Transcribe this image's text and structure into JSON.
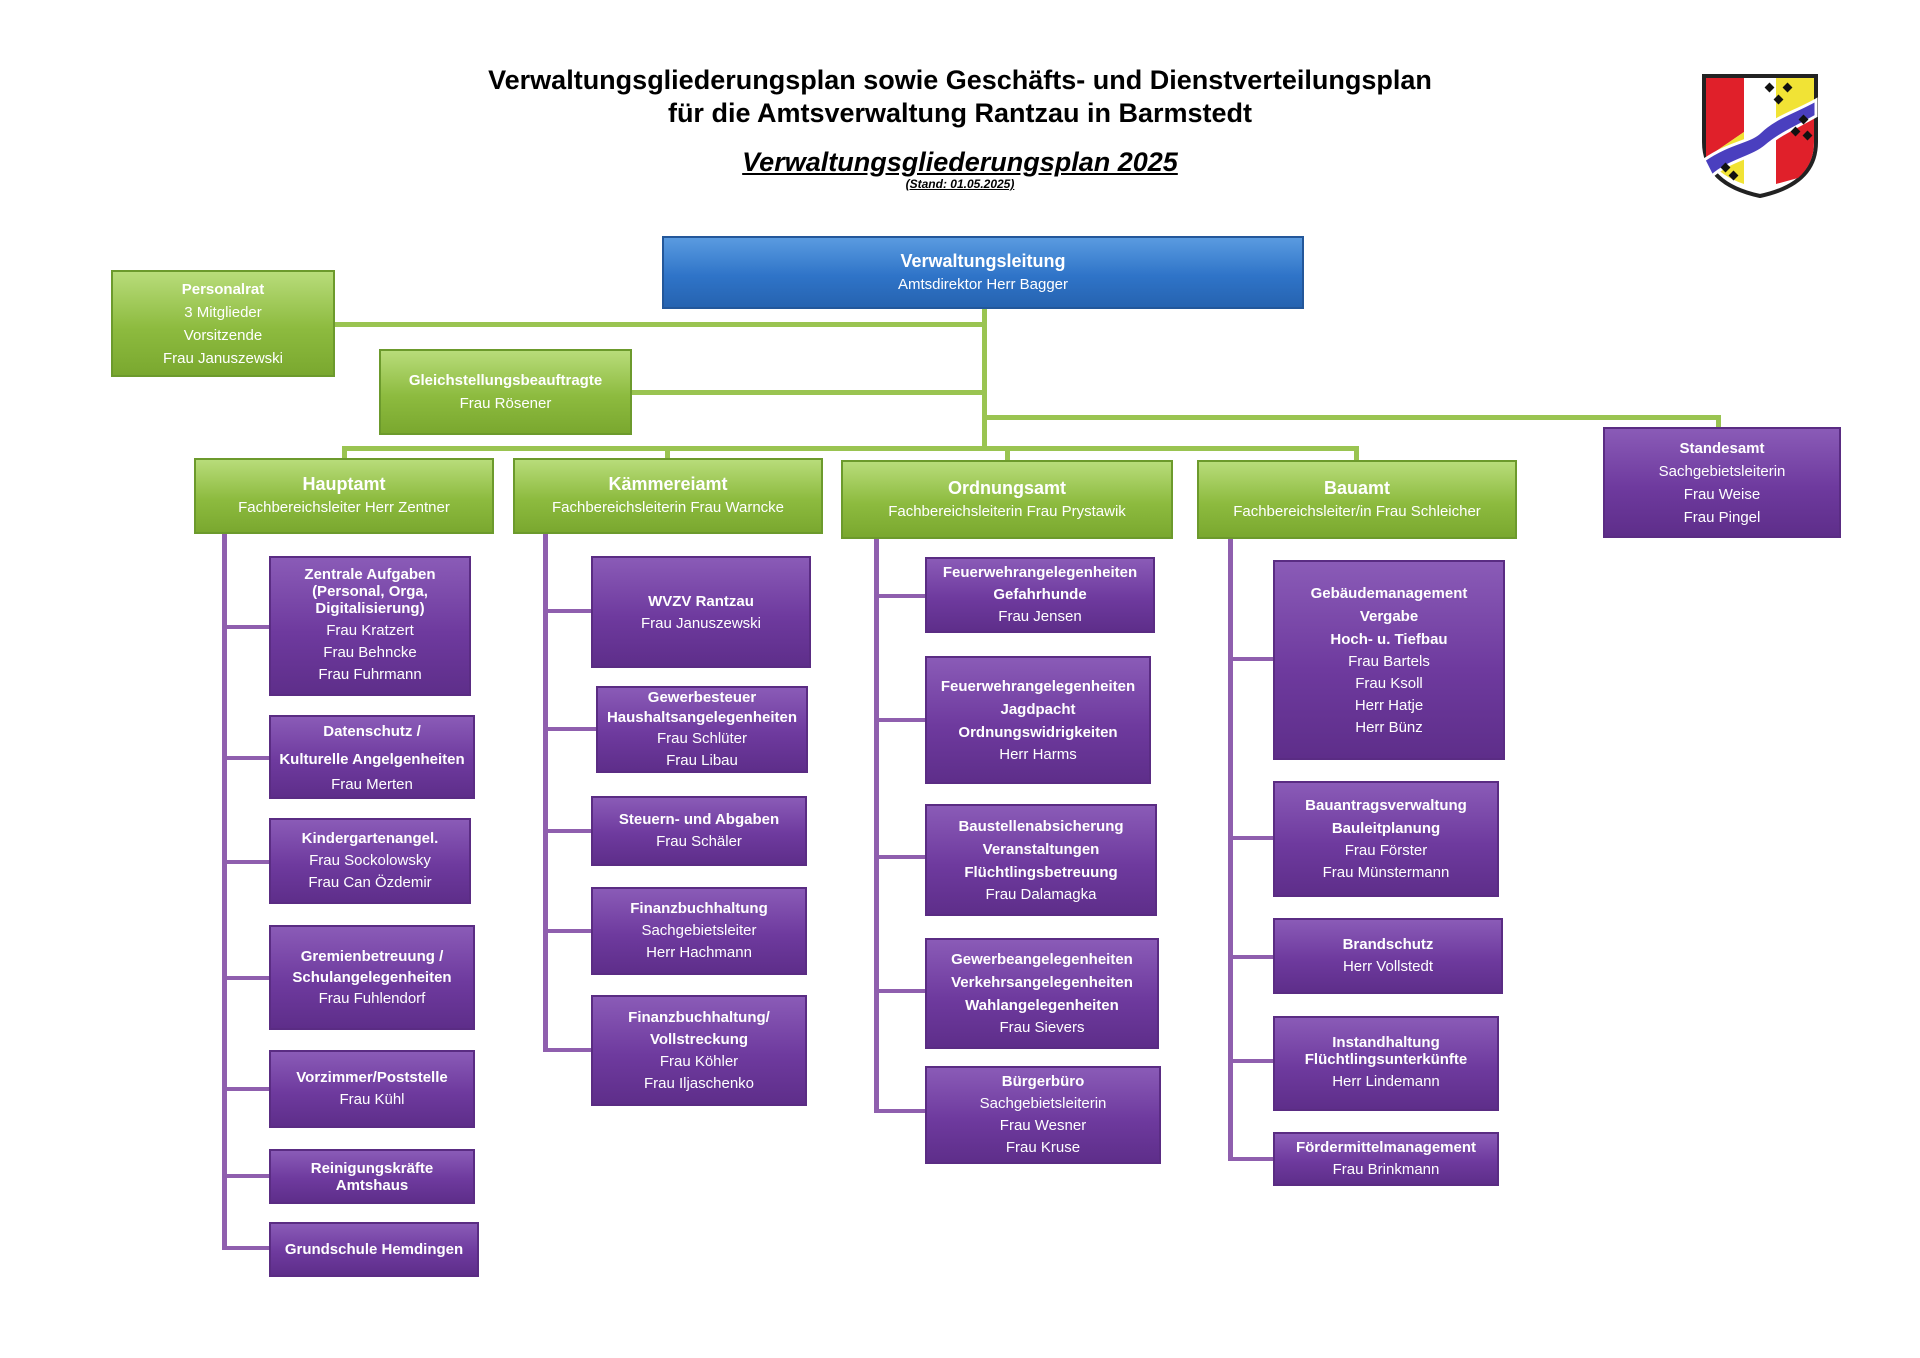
{
  "header": {
    "line1": "Verwaltungsgliederungsplan sowie Geschäfts- und Dienstverteilungsplan",
    "line2": "für die Amtsverwaltung Rantzau in Barmstedt",
    "subtitle": "Verwaltungsgliederungsplan 2025",
    "stand": "(Stand: 01.05.2025)"
  },
  "colors": {
    "blue": "#2f74c8",
    "green": "#8dbb3f",
    "purple": "#6e3a9e",
    "connector_green": "#9ac451",
    "connector_purple": "#8f5fae"
  },
  "top": {
    "verwaltungsleitung": {
      "title": "Verwaltungsleitung",
      "line": "Amtsdirektor Herr Bagger"
    },
    "personalrat": {
      "title": "Personalrat",
      "lines": [
        "3 Mitglieder",
        "Vorsitzende",
        "Frau Januszewski"
      ]
    },
    "gleichstellung": {
      "title": "Gleichstellungsbeauftragte",
      "line": "Frau Rösener"
    },
    "standesamt": {
      "title": "Standesamt",
      "lines": [
        "Sachgebietsleiterin",
        "Frau Weise",
        "Frau Pingel"
      ]
    }
  },
  "departments": {
    "hauptamt": {
      "title": "Hauptamt",
      "line": "Fachbereichsleiter Herr Zentner"
    },
    "kaemmereiamt": {
      "title": "Kämmereiamt",
      "line": "Fachbereichsleiterin Frau Warncke"
    },
    "ordnungsamt": {
      "title": "Ordnungsamt",
      "line": "Fachbereichsleiterin Frau Prystawik"
    },
    "bauamt": {
      "title": "Bauamt",
      "line": "Fachbereichsleiter/in Frau Schleicher"
    }
  },
  "hauptamt_units": [
    {
      "title": [
        "Zentrale Aufgaben",
        "(Personal, Orga,",
        "Digitalisierung)"
      ],
      "lines": [
        "Frau Kratzert",
        "Frau Behncke",
        "Frau Fuhrmann"
      ]
    },
    {
      "title": [
        "Datenschutz /",
        "Kulturelle Angelgenheiten"
      ],
      "lines": [
        "Frau Merten"
      ]
    },
    {
      "title": [
        "Kindergartenangel."
      ],
      "lines": [
        "Frau Sockolowsky",
        "Frau Can Özdemir"
      ]
    },
    {
      "title": [
        "Gremienbetreuung /",
        "Schulangelegenheiten"
      ],
      "lines": [
        "Frau Fuhlendorf"
      ]
    },
    {
      "title": [
        "Vorzimmer/Poststelle"
      ],
      "lines": [
        "Frau Kühl"
      ]
    },
    {
      "title": [
        "Reinigungskräfte",
        "Amtshaus"
      ],
      "lines": []
    },
    {
      "title": [
        "Grundschule Hemdingen"
      ],
      "lines": []
    }
  ],
  "kaemmerei_units": [
    {
      "title": [
        "WVZV Rantzau"
      ],
      "lines": [
        "Frau Januszewski"
      ]
    },
    {
      "title": [
        "Gewerbesteuer",
        "Haushaltsangelegenheiten"
      ],
      "lines": [
        "Frau Schlüter",
        "Frau Libau"
      ]
    },
    {
      "title": [
        "Steuern- und Abgaben"
      ],
      "lines": [
        "Frau Schäler"
      ]
    },
    {
      "title": [
        "Finanzbuchhaltung"
      ],
      "lines": [
        "Sachgebietsleiter",
        "Herr Hachmann"
      ]
    },
    {
      "title": [
        "Finanzbuchhaltung/",
        "Vollstreckung"
      ],
      "lines": [
        "Frau Köhler",
        "Frau Iljaschenko"
      ]
    }
  ],
  "ordnung_units": [
    {
      "title": [
        "Feuerwehrangelegenheiten",
        "Gefahrhunde"
      ],
      "lines": [
        "Frau Jensen"
      ]
    },
    {
      "title": [
        "Feuerwehrangelegenheiten",
        "Jagdpacht",
        "Ordnungswidrigkeiten"
      ],
      "lines": [
        "Herr Harms"
      ]
    },
    {
      "title": [
        "Baustellenabsicherung",
        "Veranstaltungen",
        "Flüchtlingsbetreuung"
      ],
      "lines": [
        "Frau Dalamagka"
      ]
    },
    {
      "title": [
        "Gewerbeangelegenheiten",
        "Verkehrsangelegenheiten",
        "Wahlangelegenheiten"
      ],
      "lines": [
        "Frau Sievers"
      ]
    },
    {
      "title": [
        "Bürgerbüro"
      ],
      "lines": [
        "Sachgebietsleiterin",
        "Frau Wesner",
        "Frau Kruse"
      ]
    }
  ],
  "bau_units": [
    {
      "title": [
        "Gebäudemanagement",
        "Vergabe",
        "Hoch- u. Tiefbau"
      ],
      "lines": [
        "Frau Bartels",
        "Frau Ksoll",
        "Herr Hatje",
        "Herr Bünz"
      ]
    },
    {
      "title": [
        "Bauantragsverwaltung",
        "Bauleitplanung"
      ],
      "lines": [
        "Frau Förster",
        "Frau Münstermann"
      ]
    },
    {
      "title": [
        "Brandschutz"
      ],
      "lines": [
        "Herr Vollstedt"
      ]
    },
    {
      "title": [
        "Instandhaltung",
        "Flüchtlingsunterkünfte"
      ],
      "lines": [
        "Herr Lindemann"
      ]
    },
    {
      "title": [
        "Fördermittelmanagement"
      ],
      "lines": [
        "Frau Brinkmann"
      ]
    }
  ]
}
